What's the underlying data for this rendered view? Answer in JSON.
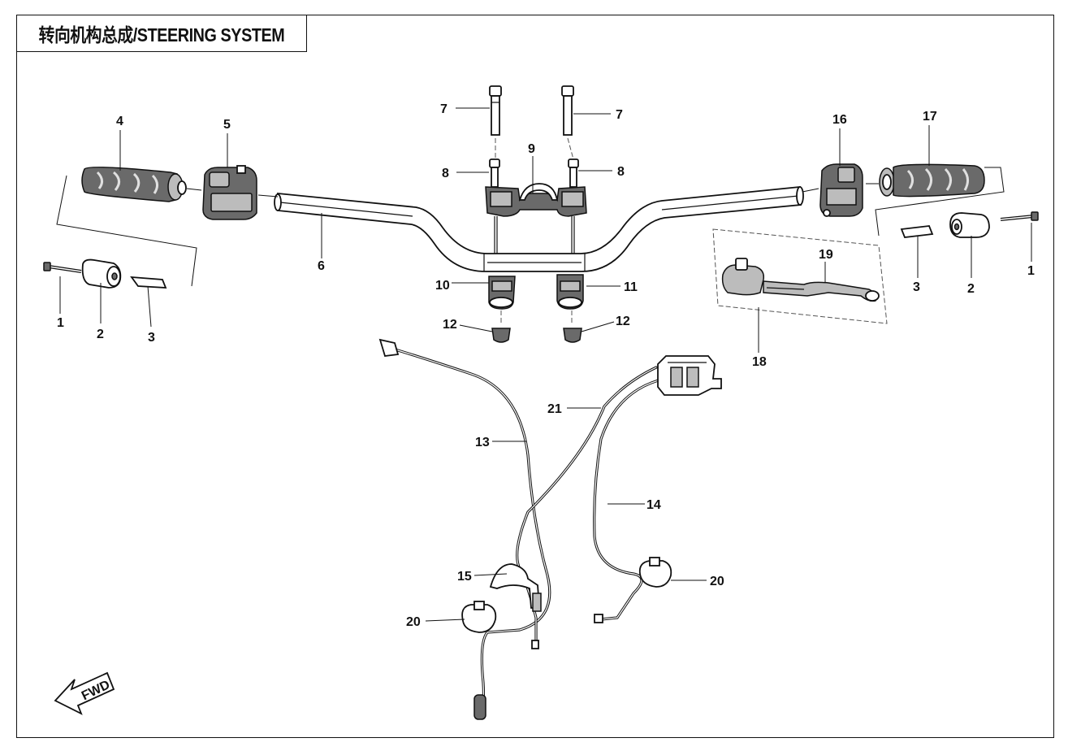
{
  "title": "转向机构总成/STEERING SYSTEM",
  "callouts": {
    "c1_left": "1",
    "c2_left": "2",
    "c3_left": "3",
    "c4": "4",
    "c5": "5",
    "c6": "6",
    "c7_left": "7",
    "c7_right": "7",
    "c8_left": "8",
    "c8_right": "8",
    "c9": "9",
    "c10": "10",
    "c11": "11",
    "c12_left": "12",
    "c12_right": "12",
    "c13": "13",
    "c14": "14",
    "c15": "15",
    "c16": "16",
    "c17": "17",
    "c18": "18",
    "c19": "19",
    "c20_left": "20",
    "c20_right": "20",
    "c21": "21",
    "c1_right": "1",
    "c2_right": "2",
    "c3_right": "3"
  },
  "fwd_label": "FWD"
}
